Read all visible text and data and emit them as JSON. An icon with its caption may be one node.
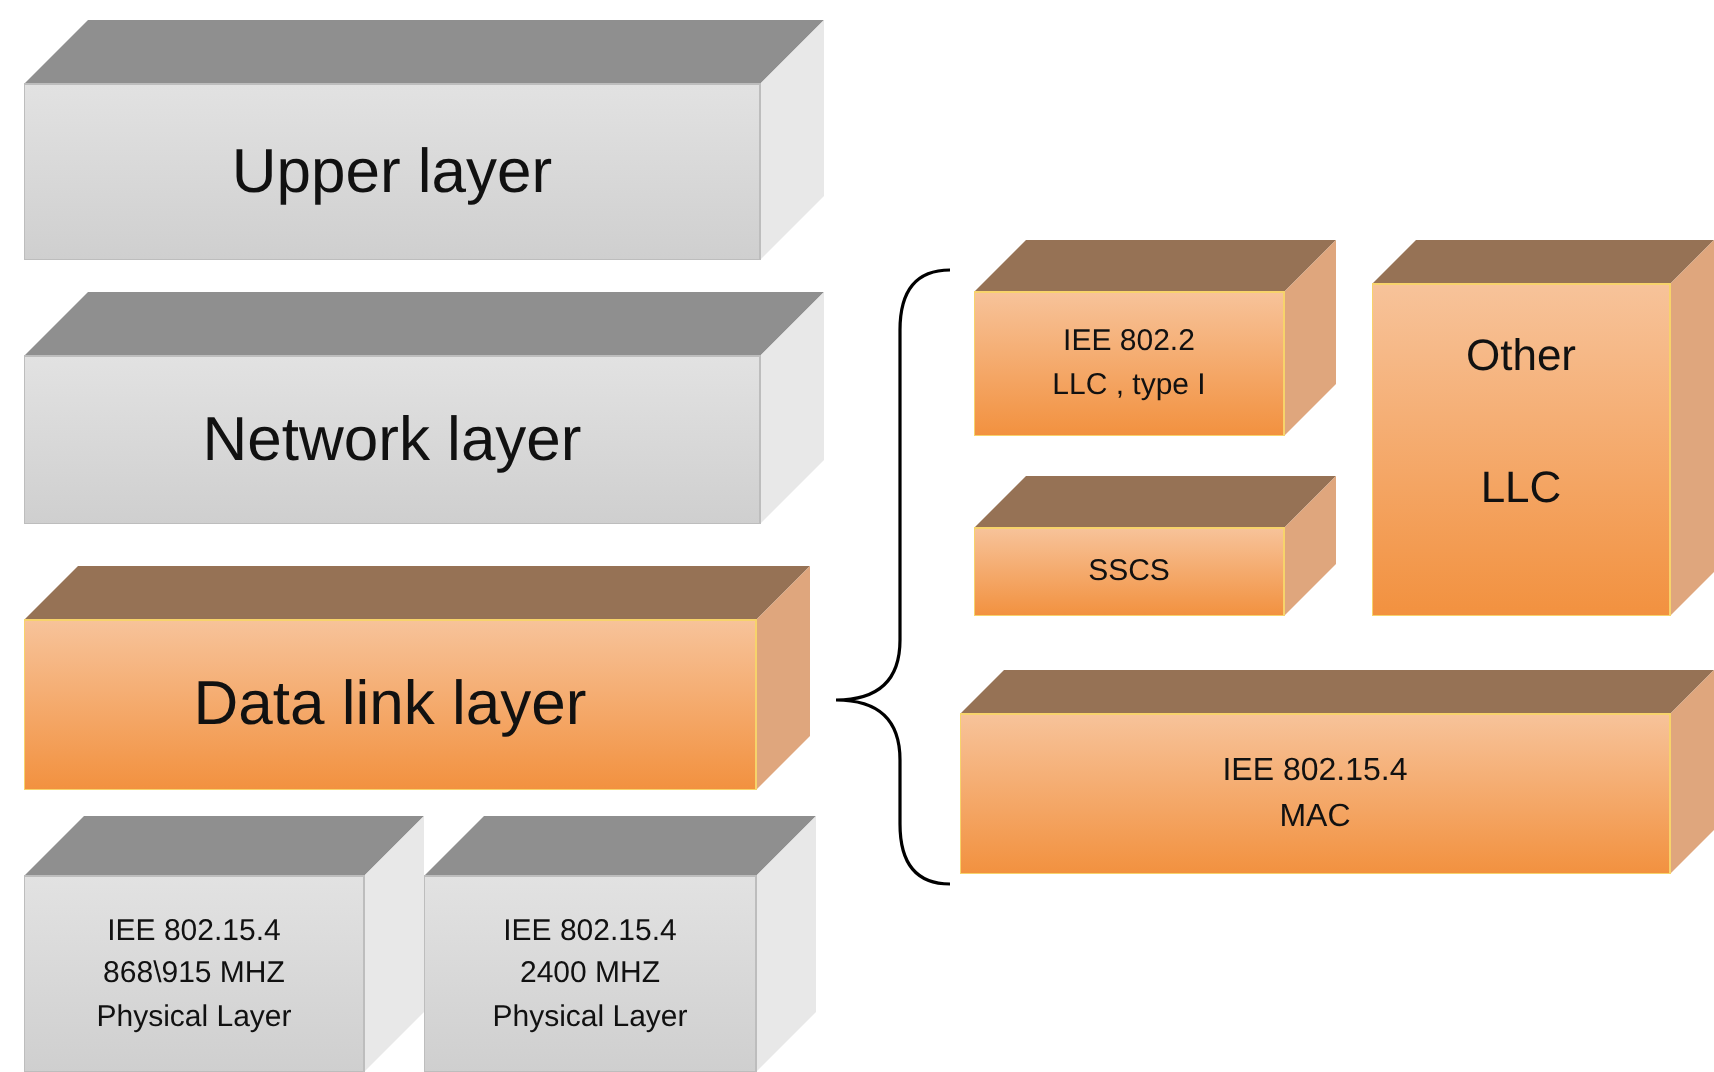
{
  "diagram": {
    "nodes": [
      {
        "text": [
          "Upper layer"
        ]
      },
      {
        "text": [
          "Network layer"
        ]
      },
      {
        "text": [
          "Data link layer"
        ]
      },
      {
        "text": [
          "IEE 802.15.4 868\\915 MHZ Physical Layer"
        ]
      },
      {
        "text": [
          "IEE 802.15.4 2400 MHZ Physical Layer"
        ]
      },
      {
        "text": [
          "IEE 802.2 LLC , type I"
        ]
      },
      {
        "text": [
          "Other",
          "LLC"
        ]
      },
      {
        "text": [
          "SSCS"
        ]
      },
      {
        "text": [
          "IEE 802.15.4 MAC"
        ]
      }
    ],
    "edges": []
  }
}
